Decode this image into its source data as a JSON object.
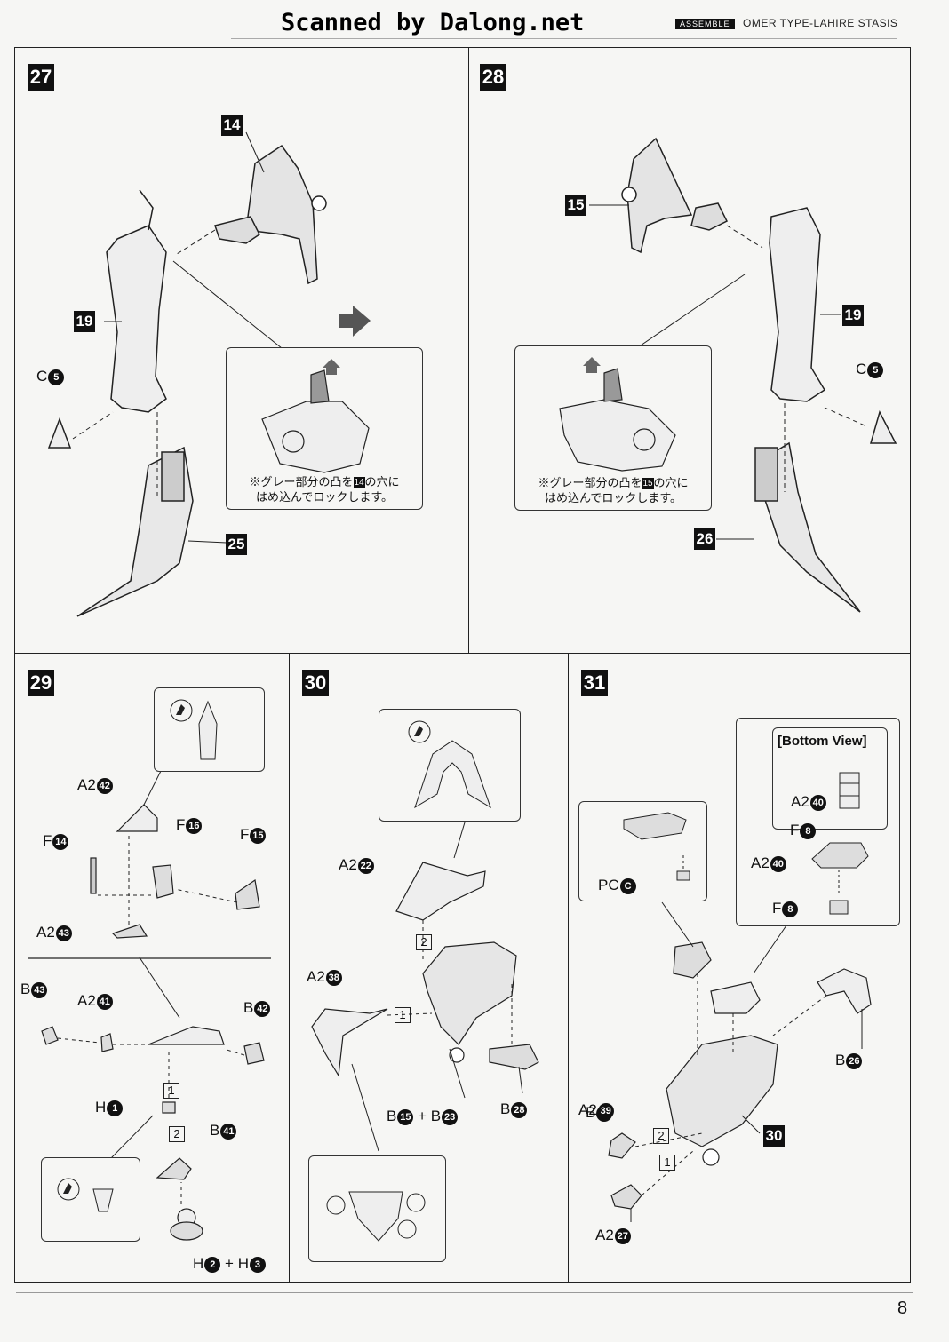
{
  "header": {
    "scanned_by": "Scanned by Dalong.net",
    "badge": "ASSEMBLE",
    "model_name": "OMER TYPE-LAHIRE STASIS"
  },
  "steps": {
    "s27": {
      "number": "27",
      "tags": [
        "14",
        "19",
        "25"
      ],
      "c_letter": "C",
      "c_num": "5",
      "note_prefix": "※グレー部分の凸を",
      "note_num": "14",
      "note_mid": "の穴に",
      "note_line2": "はめ込んでロックします。"
    },
    "s28": {
      "number": "28",
      "tags": [
        "15",
        "19",
        "26"
      ],
      "c_letter": "C",
      "c_num": "5",
      "note_prefix": "※グレー部分の凸を",
      "note_num": "15",
      "note_mid": "の穴に",
      "note_line2": "はめ込んでロックします。"
    },
    "s29": {
      "number": "29",
      "parts": [
        {
          "l": "A2",
          "n": "42"
        },
        {
          "l": "F",
          "n": "16"
        },
        {
          "l": "F",
          "n": "14"
        },
        {
          "l": "F",
          "n": "15"
        },
        {
          "l": "A2",
          "n": "43"
        },
        {
          "l": "B",
          "n": "43"
        },
        {
          "l": "A2",
          "n": "41"
        },
        {
          "l": "B",
          "n": "42"
        },
        {
          "l": "H",
          "n": "1"
        },
        {
          "l": "B",
          "n": "41"
        },
        {
          "l": "H",
          "n": "2"
        },
        {
          "l": "H",
          "n": "3"
        }
      ],
      "order": [
        "1",
        "2"
      ],
      "plus": "+"
    },
    "s30": {
      "number": "30",
      "parts": [
        {
          "l": "A2",
          "n": "22"
        },
        {
          "l": "A2",
          "n": "38"
        },
        {
          "l": "B",
          "n": "15"
        },
        {
          "l": "B",
          "n": "23"
        },
        {
          "l": "B",
          "n": "28"
        }
      ],
      "order": [
        "2",
        "1"
      ],
      "plus": "+"
    },
    "s31": {
      "number": "31",
      "bottom_view": "[Bottom View]",
      "parts": [
        {
          "l": "A2",
          "n": "40"
        },
        {
          "l": "F",
          "n": "8"
        },
        {
          "l": "B",
          "n": "27"
        },
        {
          "l": "PC",
          "n": "C"
        },
        {
          "l": "A2",
          "n": "40"
        },
        {
          "l": "F",
          "n": "8"
        },
        {
          "l": "B",
          "n": "26"
        },
        {
          "l": "A2",
          "n": "39"
        },
        {
          "l": "A2",
          "n": "27"
        }
      ],
      "tag": "30",
      "order": [
        "2",
        "1"
      ]
    }
  },
  "page_number": "8"
}
